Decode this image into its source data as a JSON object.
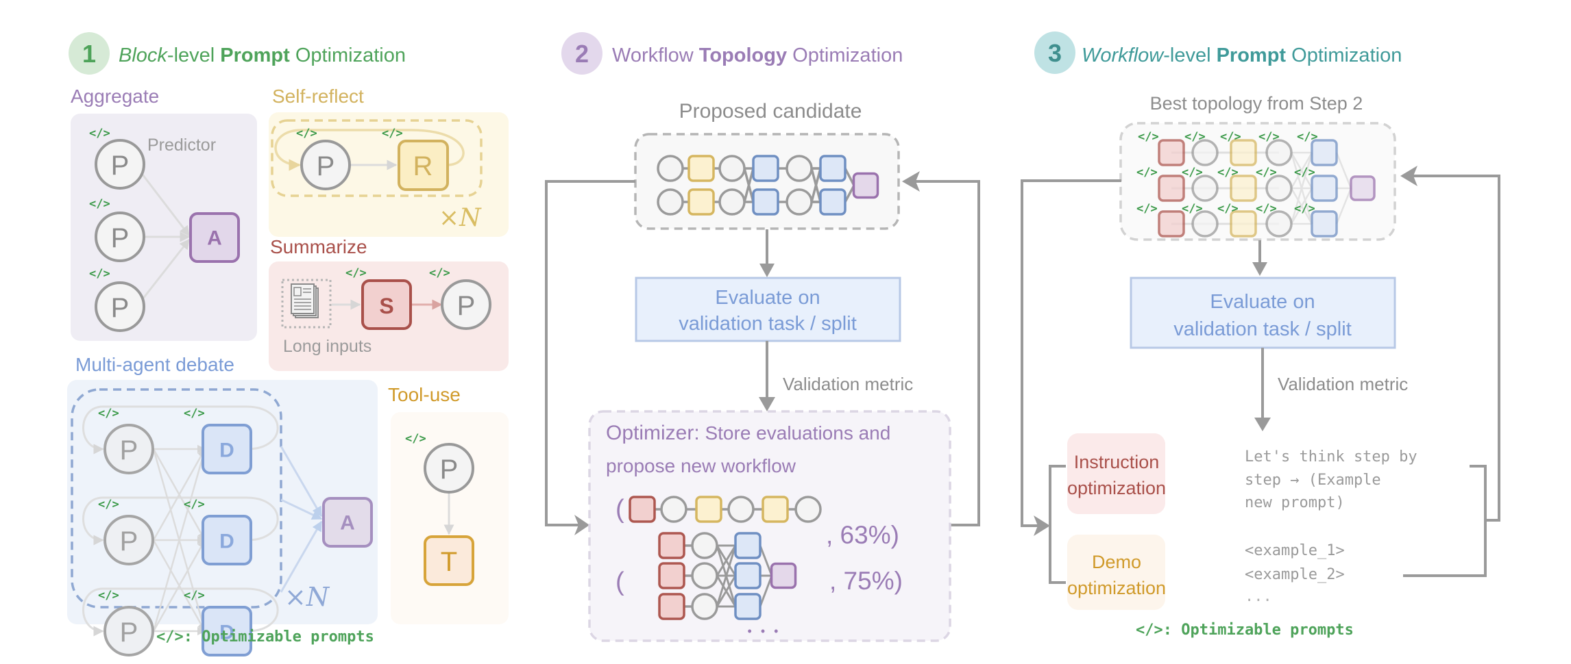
{
  "legend": {
    "tag_glyph": "</>",
    "text": "</>: Optimizable prompts"
  },
  "colors": {
    "green": "#4ea35a",
    "purple": "#9a7cb5",
    "teal": "#3f9a99",
    "gray_text": "#8c8c8c",
    "blue_text": "#7a9bd6",
    "red_text": "#a9504a",
    "yellow_text": "#d2b25e",
    "orange_text": "#d09a2a"
  },
  "panel1": {
    "number": "1",
    "title_part1": "Block",
    "title_part2": "-level ",
    "title_part3": "Prompt",
    "title_part4": " Optimization",
    "aggregate": {
      "label": "Aggregate",
      "predictor_label": "Predictor",
      "predictor_letter": "P",
      "aggregator_letter": "A"
    },
    "self_reflect": {
      "label": "Self-reflect",
      "predictor_letter": "P",
      "reflector_letter": "R",
      "times": "×",
      "n": "N"
    },
    "summarize": {
      "label": "Summarize",
      "summarizer_letter": "S",
      "predictor_letter": "P",
      "long_inputs_label": "Long inputs"
    },
    "debate": {
      "label": "Multi-agent debate",
      "predictor_letter": "P",
      "debater_letter": "D",
      "aggregator_letter": "A",
      "times": "×",
      "n": "N"
    },
    "tool_use": {
      "label": "Tool-use",
      "predictor_letter": "P",
      "tool_letter": "T"
    }
  },
  "panel2": {
    "number": "2",
    "title_part1": "Workflow ",
    "title_part2": "Topology",
    "title_part3": " Optimization",
    "proposed_candidate": "Proposed candidate",
    "evaluate_line1": "Evaluate on",
    "evaluate_line2": "validation task / split",
    "validation_metric": "Validation metric",
    "optimizer_bold": "Optimizer:",
    "optimizer_rest": " Store evaluations and",
    "optimizer_line2": "propose new workflow",
    "candidates": [
      {
        "open": "(",
        "score": ", 63%)"
      },
      {
        "open": "(",
        "score": ", 75%)"
      }
    ],
    "more": "• • •"
  },
  "panel3": {
    "number": "3",
    "title_part1": "Workflow",
    "title_part2": "-level ",
    "title_part3": "Prompt",
    "title_part4": " Optimization",
    "best_topology": "Best topology from Step 2",
    "evaluate_line1": "Evaluate on",
    "evaluate_line2": "validation task / split",
    "validation_metric": "Validation metric",
    "instruction": {
      "line1": "Instruction",
      "line2": "optimization",
      "example_lines": [
        "Let's think step by",
        "step → (Example",
        "new prompt)"
      ]
    },
    "demo": {
      "line1": "Demo",
      "line2": "optimization",
      "example_lines": [
        "<example_1>",
        "<example_2>",
        "..."
      ]
    }
  }
}
